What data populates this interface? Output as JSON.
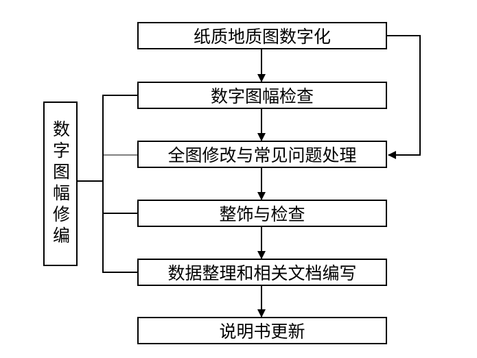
{
  "flowchart": {
    "steps": [
      {
        "id": "s1",
        "label": "纸质地质图数字化"
      },
      {
        "id": "s2",
        "label": "数字图幅检查"
      },
      {
        "id": "s3",
        "label": "全图修改与常见问题处理"
      },
      {
        "id": "s4",
        "label": "整饰与检查"
      },
      {
        "id": "s5",
        "label": "数据整理和相关文档编写"
      },
      {
        "id": "s6",
        "label": "说明书更新"
      }
    ],
    "side_label": "数字图幅修编",
    "edges": [
      {
        "from": "s1",
        "to": "s2"
      },
      {
        "from": "s2",
        "to": "s3"
      },
      {
        "from": "s3",
        "to": "s4"
      },
      {
        "from": "s4",
        "to": "s5"
      },
      {
        "from": "s5",
        "to": "s6"
      },
      {
        "from": "s1",
        "to": "s3",
        "route": "right-loop"
      }
    ],
    "bracket": {
      "from": "side_label",
      "to": [
        "s2",
        "s3",
        "s4",
        "s5"
      ]
    }
  }
}
